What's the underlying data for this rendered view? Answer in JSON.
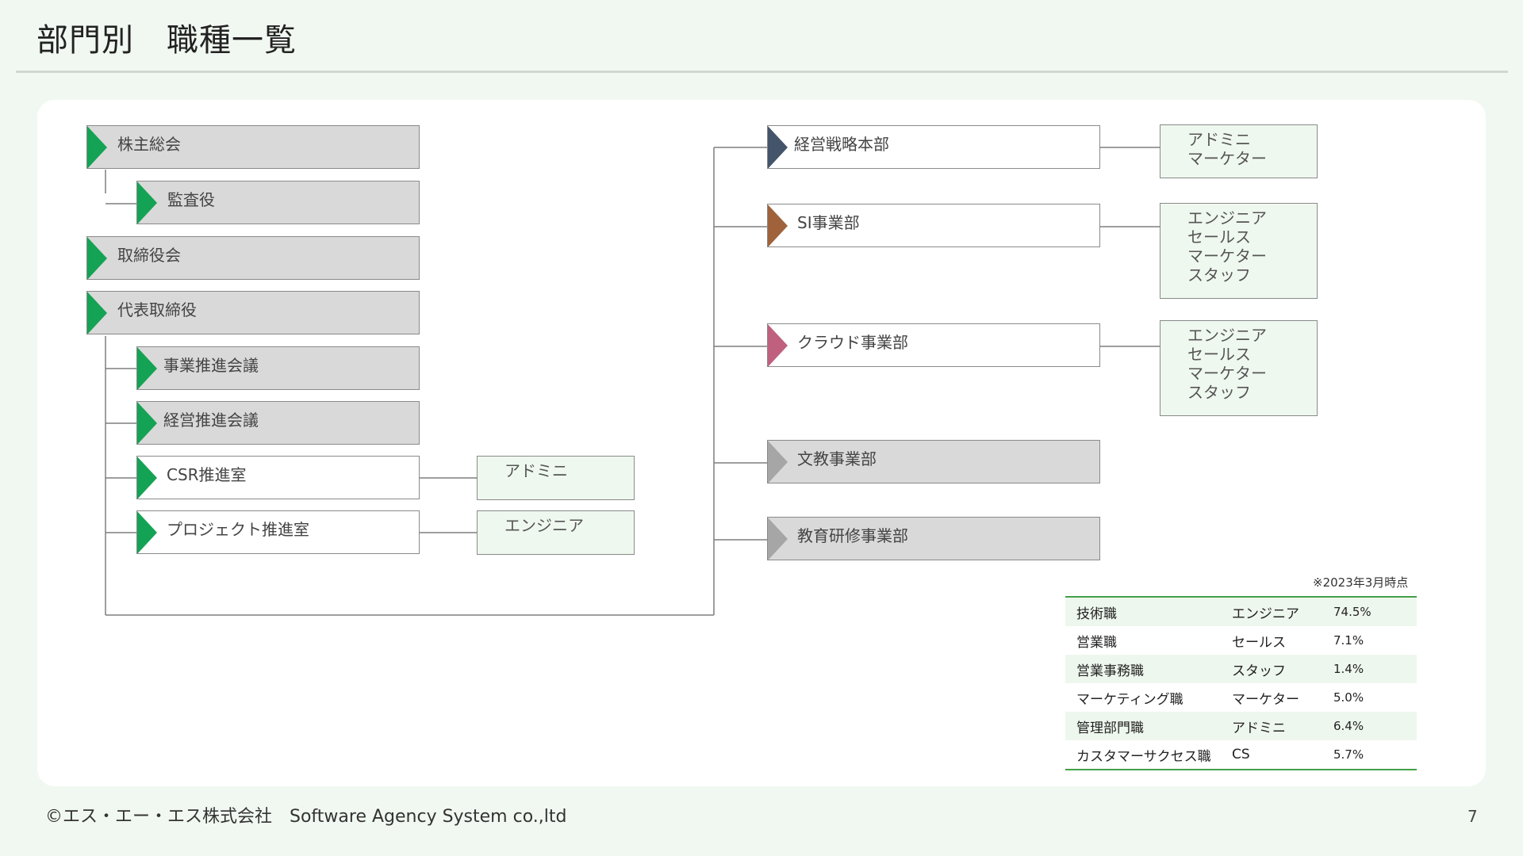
{
  "title": "部門別　職種一覧",
  "colors": {
    "background": "#f1f8f1",
    "marker_green": "#14a354",
    "marker_navy": "#44546a",
    "marker_brown": "#a0623a",
    "marker_pink": "#c0607f",
    "marker_gray": "#a6a6a6",
    "node_gray": "#d9d9d9",
    "role_box": "#eff8ef",
    "table_rule": "#43a047"
  },
  "org": {
    "shareholders": "株主総会",
    "auditor": "監査役",
    "board": "取締役会",
    "ceo": "代表取締役",
    "business_promotion": "事業推進会議",
    "management_promotion": "経営推進会議",
    "csr": "CSR推進室",
    "project": "プロジェクト推進室",
    "csr_roles": "アドミニ",
    "project_roles": "エンジニア"
  },
  "divisions": {
    "strategy": {
      "label": "経営戦略本部",
      "roles": "アドミニ\nマーケター"
    },
    "si": {
      "label": "SI事業部",
      "roles": "エンジニア\nセールス\nマーケター\nスタッフ"
    },
    "cloud": {
      "label": "クラウド事業部",
      "roles": "エンジニア\nセールス\nマーケター\nスタッフ"
    },
    "education": {
      "label": "文教事業部"
    },
    "training": {
      "label": "教育研修事業部"
    }
  },
  "stats": {
    "note": "※2023年3月時点",
    "rows": [
      {
        "job": "技術職",
        "role": "エンジニア",
        "pct": "74.5%"
      },
      {
        "job": "営業職",
        "role": "セールス",
        "pct": "7.1%"
      },
      {
        "job": "営業事務職",
        "role": "スタッフ",
        "pct": "1.4%"
      },
      {
        "job": "マーケティング職",
        "role": "マーケター",
        "pct": "5.0%"
      },
      {
        "job": "管理部門職",
        "role": "アドミニ",
        "pct": "6.4%"
      },
      {
        "job": "カスタマーサクセス職",
        "role": "CS",
        "pct": "5.7%"
      }
    ]
  },
  "footer": {
    "copyright": "©エス・エー・エス株式会社　Software Agency System co.,ltd",
    "page_number": "7"
  }
}
